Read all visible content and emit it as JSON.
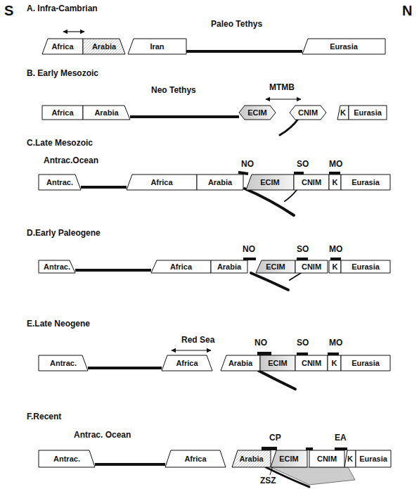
{
  "diagram": {
    "nodes": [
      {
        "text": [
          "Africa"
        ]
      },
      {
        "text": [
          "Arabia"
        ]
      },
      {
        "text": [
          "Iran"
        ]
      },
      {
        "text": [
          "Eurasia"
        ]
      },
      {
        "text": [
          "Africa"
        ]
      },
      {
        "text": [
          "Arabia"
        ]
      },
      {
        "text": [
          "ECIM"
        ]
      },
      {
        "text": [
          "CNIM"
        ]
      },
      {
        "text": [
          "K"
        ]
      },
      {
        "text": [
          "Eurasia"
        ]
      },
      {
        "text": [
          "Antrac."
        ]
      },
      {
        "text": [
          "Africa"
        ]
      },
      {
        "text": [
          "Arabia"
        ]
      },
      {
        "text": [
          "ECIM"
        ]
      },
      {
        "text": [
          "CNIM"
        ]
      },
      {
        "text": [
          "K"
        ]
      },
      {
        "text": [
          "Eurasia"
        ]
      },
      {
        "text": [
          "Antrac."
        ]
      },
      {
        "text": [
          "Africa"
        ]
      },
      {
        "text": [
          "Arabia"
        ]
      },
      {
        "text": [
          "ECIM"
        ]
      },
      {
        "text": [
          "CNIM"
        ]
      },
      {
        "text": [
          "K"
        ]
      },
      {
        "text": [
          "Eurasia"
        ]
      },
      {
        "text": [
          "Antrac."
        ]
      },
      {
        "text": [
          "Africa"
        ]
      },
      {
        "text": [
          "Arabia"
        ]
      },
      {
        "text": [
          "ECIM"
        ]
      },
      {
        "text": [
          "CNIM"
        ]
      },
      {
        "text": [
          "K"
        ]
      },
      {
        "text": [
          "Eurasia"
        ]
      },
      {
        "text": [
          "Antrac."
        ]
      },
      {
        "text": [
          "Africa"
        ]
      },
      {
        "text": [
          "Arabia"
        ]
      },
      {
        "text": [
          "ECIM"
        ]
      },
      {
        "text": [
          "CNIM"
        ]
      },
      {
        "text": [
          "K"
        ]
      },
      {
        "text": [
          "Eurasia"
        ]
      }
    ],
    "edges": [
      {
        "from": 2,
        "to": 3,
        "arrow": "none"
      },
      {
        "from": 5,
        "to": 6,
        "arrow": "none"
      },
      {
        "from": 10,
        "to": 11,
        "arrow": "none"
      },
      {
        "from": 17,
        "to": 18,
        "arrow": "none"
      },
      {
        "from": 24,
        "to": 25,
        "arrow": "none"
      },
      {
        "from": 31,
        "to": 32,
        "arrow": "none"
      }
    ],
    "labels": [
      "S",
      "N",
      "A. Infra-Cambrian",
      "Paleo Tethys",
      "B. Early Mesozoic",
      "Neo Tethys",
      "MTMB",
      "C.Late Mesozoic",
      "Antrac.Ocean",
      "NO",
      "SO",
      "MO",
      "D.Early Paleogene",
      "NO",
      "SO",
      "MO",
      "E.Late Neogene",
      "Red Sea",
      "NO",
      "SO",
      "MO",
      "F.Recent",
      "Antrac. Ocean",
      "CP",
      "EA",
      "ZSZ"
    ]
  }
}
